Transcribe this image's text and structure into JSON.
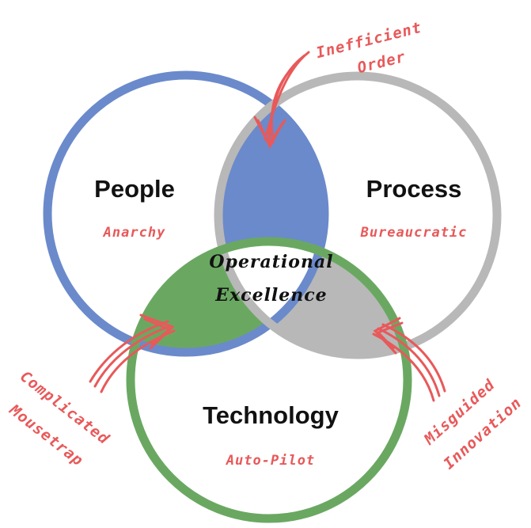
{
  "colors": {
    "people": "#6b8acb",
    "process": "#b8b8b8",
    "technology": "#6aa862",
    "accent_red": "#e8595a",
    "text": "#111111"
  },
  "circles": {
    "people": {
      "title": "People",
      "subtitle": "Anarchy"
    },
    "process": {
      "title": "Process",
      "subtitle": "Bureaucratic"
    },
    "technology": {
      "title": "Technology",
      "subtitle": "Auto-Pilot"
    }
  },
  "center": {
    "line1": "Operational",
    "line2": "Excellence"
  },
  "callouts": {
    "people_process": {
      "line1": "Inefficient",
      "line2": "Order"
    },
    "people_technology": {
      "line1": "Complicated",
      "line2": "Mousetrap"
    },
    "process_technology": {
      "line1": "Misguided",
      "line2": "Innovation"
    }
  }
}
